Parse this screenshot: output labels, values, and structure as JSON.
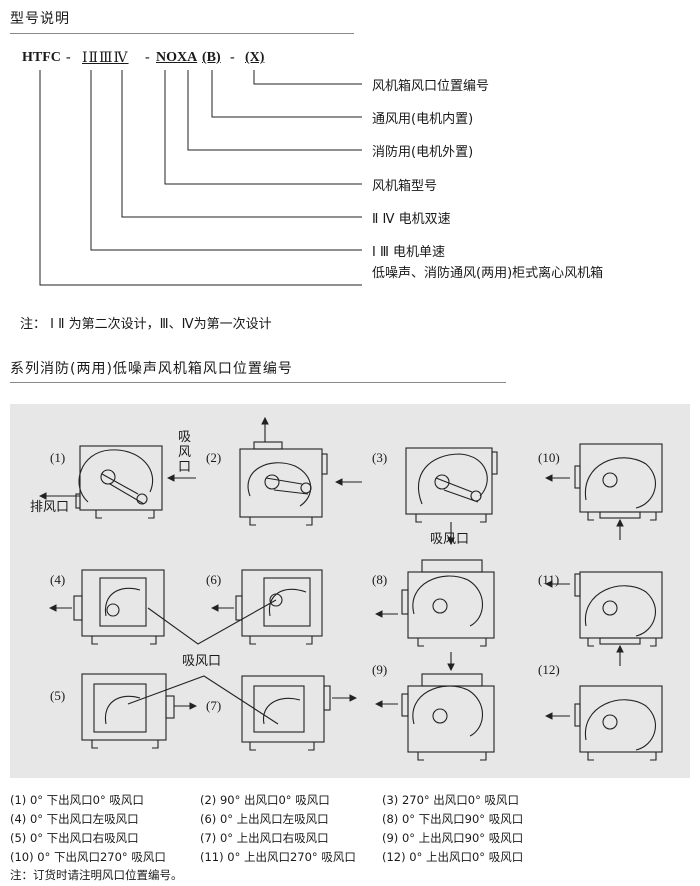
{
  "section1": {
    "title": "型号说明",
    "code": {
      "prefix": "HTFC",
      "dash1": "-",
      "roman": "ⅠⅡⅢⅣ",
      "dash2": "-",
      "model": "NOXA",
      "b": "(B)",
      "dash3": "-",
      "x": "(X)"
    },
    "descriptions": [
      "风机箱风口位置编号",
      "通风用(电机内置)",
      "消防用(电机外置)",
      "风机箱型号",
      "Ⅱ Ⅳ 电机双速",
      "Ⅰ Ⅲ 电机单速",
      "低噪声、消防通风(两用)柜式离心风机箱"
    ],
    "note": "注： Ⅰ Ⅱ 为第二次设计，Ⅲ、Ⅳ为第一次设计"
  },
  "section2": {
    "title": "系列消防(两用)低噪声风机箱风口位置编号",
    "diagram": {
      "labels": [
        "(1)",
        "(2)",
        "(3)",
        "(4)",
        "(5)",
        "(6)",
        "(7)",
        "(8)",
        "(9)",
        "(10)",
        "(11)",
        "(12)"
      ],
      "suction_vertical": "吸风口",
      "exhaust": "排风口",
      "suction_top": "吸风口",
      "suction_mid": "吸风口"
    },
    "legend": [
      [
        "(1) 0° 下出风口0° 吸风口",
        "(2) 90° 出风口0° 吸风口",
        "(3) 270° 出风口0° 吸风口"
      ],
      [
        "(4) 0° 下出风口左吸风口",
        "(6) 0° 上出风口左吸风口",
        "(8) 0° 下出风口90° 吸风口"
      ],
      [
        "(5) 0° 下出风口右吸风口",
        "(7) 0° 上出风口右吸风口",
        "(9) 0° 上出风口90° 吸风口"
      ],
      [
        "(10) 0° 下出风口270° 吸风口",
        "(11) 0° 上出风口270° 吸风口",
        "(12) 0° 上出风口0° 吸风口"
      ]
    ],
    "note": "注：订货时请注明风口位置编号。"
  }
}
